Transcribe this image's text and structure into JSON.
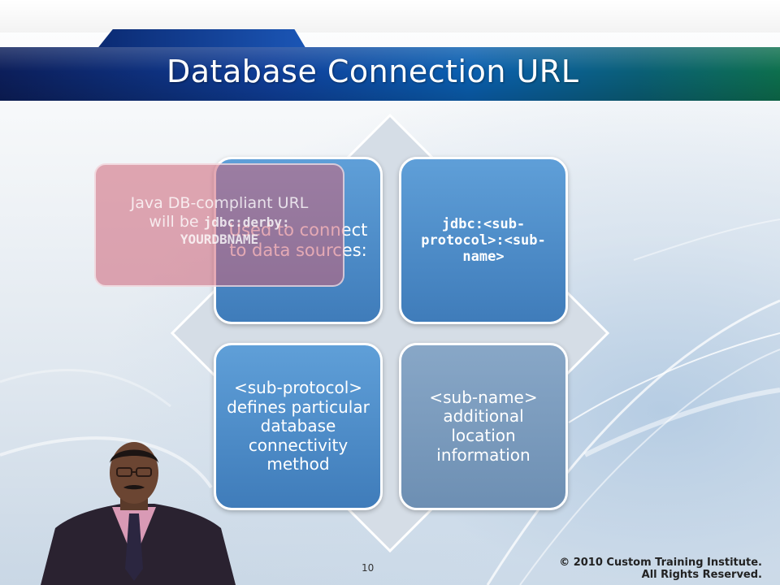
{
  "slide": {
    "title": "Database Connection URL",
    "page_number": "10",
    "copyright_line1": "© 2010 Custom Training Institute.",
    "copyright_line2": "All Rights Reserved."
  },
  "quadrants": [
    {
      "text": "Used to connect to data sources:"
    },
    {
      "text": "jdbc:<sub-protocol>:<sub-name>"
    },
    {
      "text": "<sub-protocol> defines particular database connectivity method"
    },
    {
      "text": "<sub-name> additional location information"
    }
  ],
  "callout": {
    "line1": "Java DB-compliant URL",
    "line2_prefix": "will be ",
    "line2_code": "jdbc:derby:",
    "line3_code": "YOURDBNAME"
  },
  "colors": {
    "title_band_start": "#0c1e5a",
    "title_band_end": "#0d6f4d",
    "quadrant_fill": "#4f8dca",
    "quadrant_fill_muted": "#7a9bbf",
    "callout_fill": "#cd6276"
  }
}
